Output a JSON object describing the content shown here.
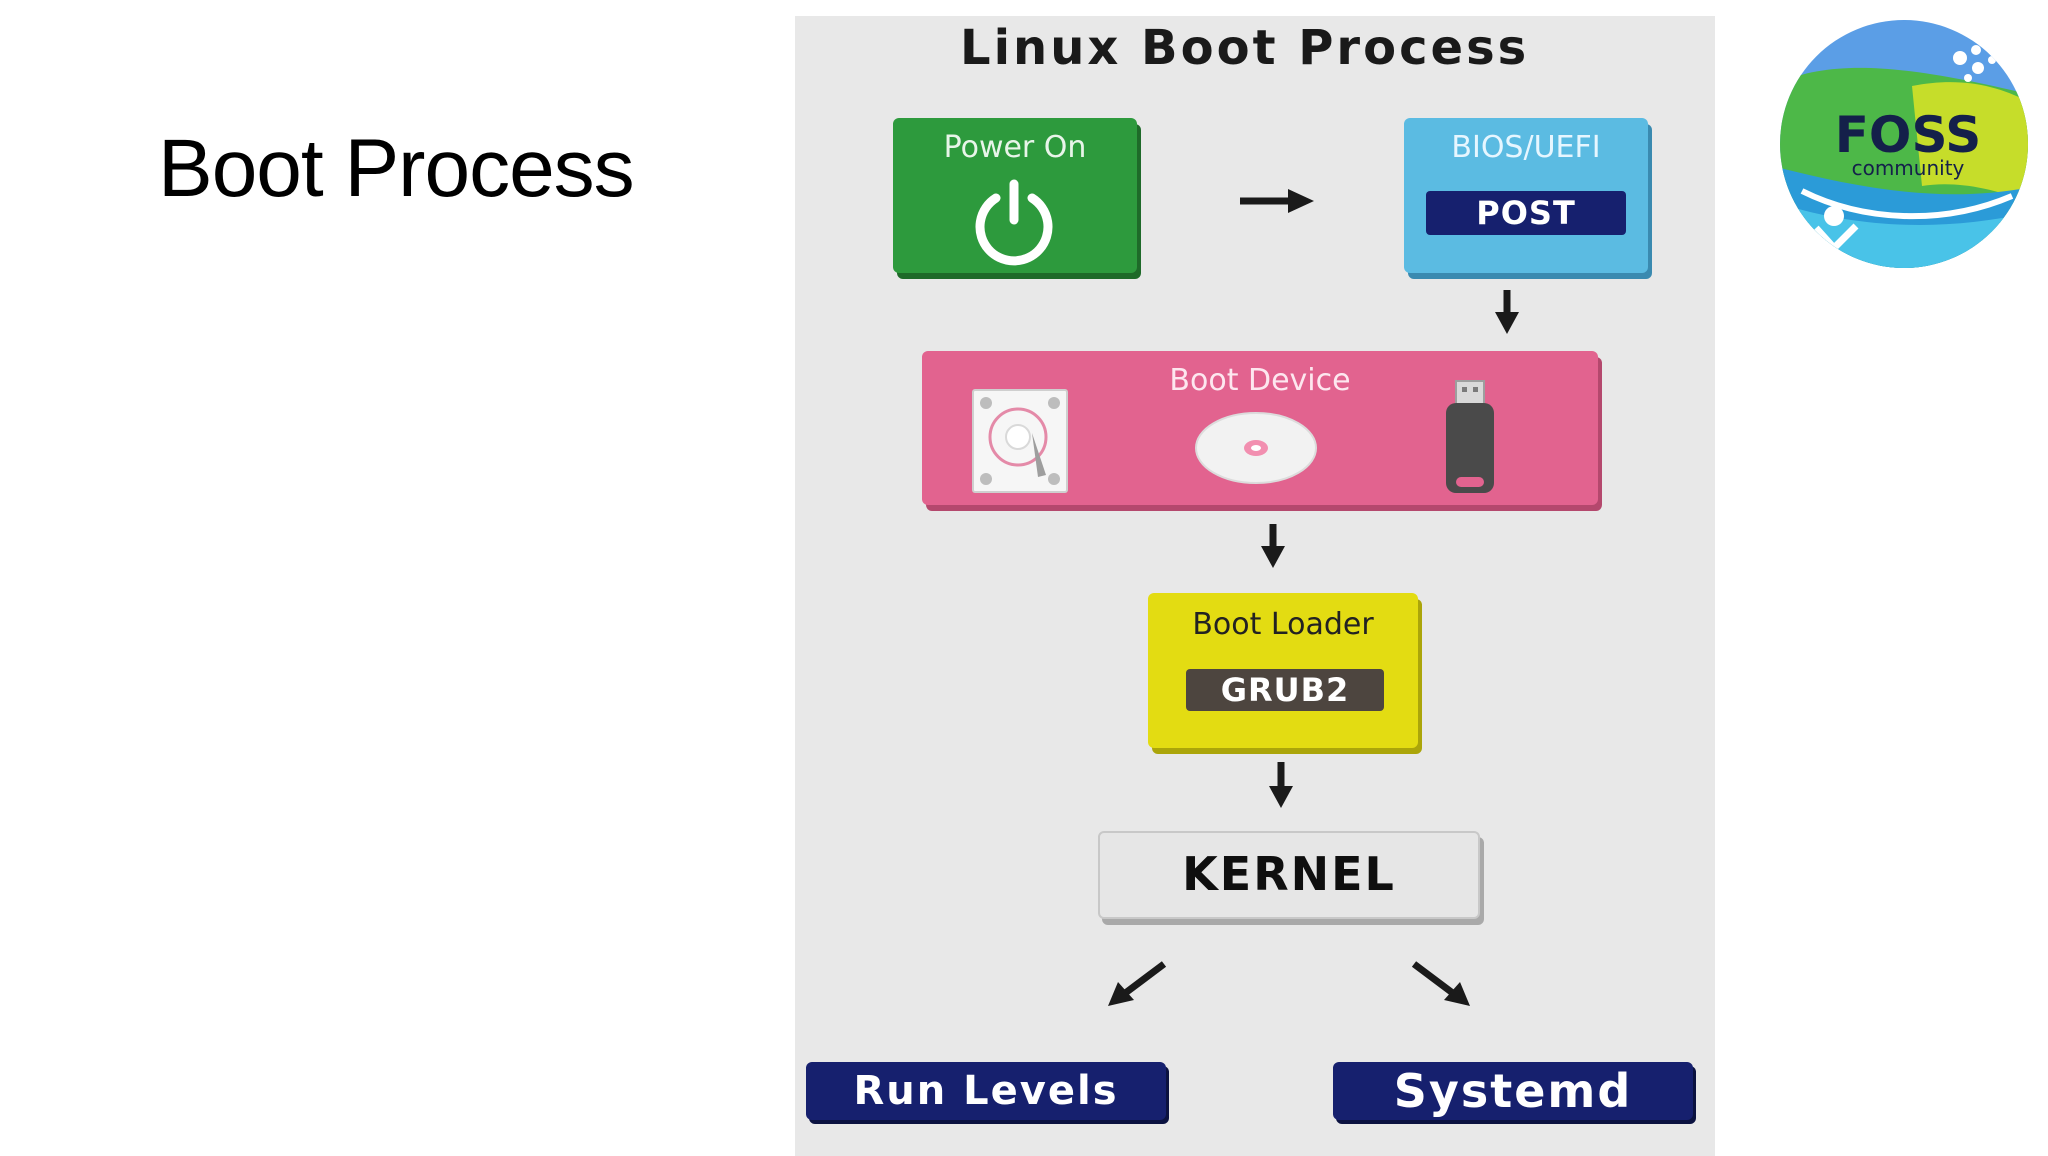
{
  "slide": {
    "title": "Boot Process"
  },
  "diagram": {
    "title": "Linux Boot Process",
    "power_on": {
      "label": "Power On"
    },
    "bios": {
      "label": "BIOS/UEFI",
      "tag": "POST"
    },
    "boot_device": {
      "label": "Boot Device"
    },
    "boot_loader": {
      "label": "Boot Loader",
      "tag": "GRUB2"
    },
    "kernel": {
      "label": "KERNEL"
    },
    "run_levels": {
      "label": "Run Levels"
    },
    "systemd": {
      "label": "Systemd"
    }
  },
  "logo": {
    "text": "FOSS",
    "subtext": "community"
  },
  "colors": {
    "power_on": "#2d9a3d",
    "bios": "#5bbbe2",
    "post": "#16206e",
    "boot_device": "#e2638f",
    "boot_loader": "#e3dc12",
    "grub": "#4d453f",
    "kernel": "#e6e6e6",
    "targets": "#16206e"
  }
}
